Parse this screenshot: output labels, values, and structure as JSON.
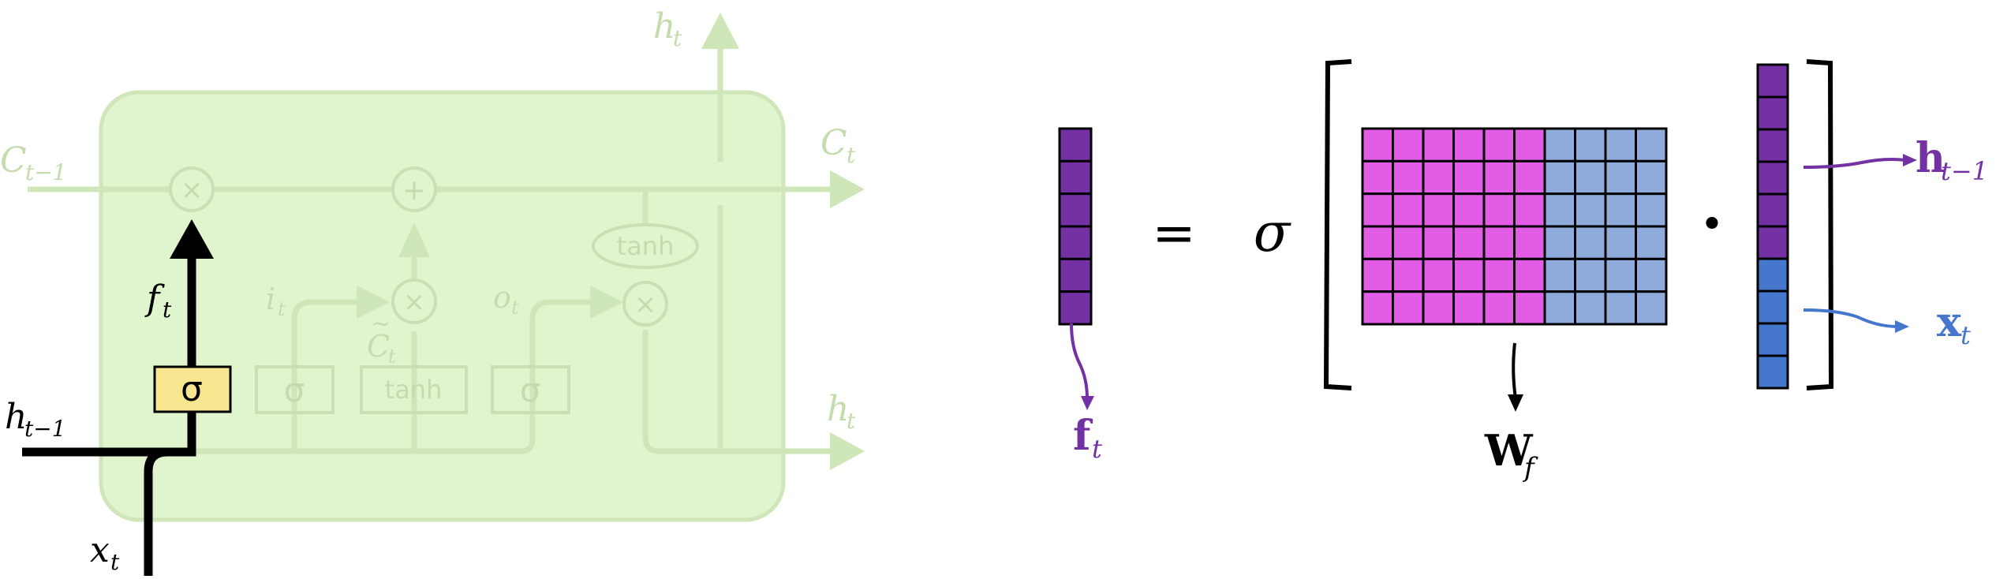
{
  "lstm": {
    "c_prev": "C",
    "c_prev_sub": "t−1",
    "c_out": "C",
    "c_out_sub": "t",
    "h_top": "h",
    "h_top_sub": "t",
    "h_right": "h",
    "h_right_sub": "t",
    "h_prev": "h",
    "h_prev_sub": "t−1",
    "x_in": "x",
    "x_in_sub": "t",
    "f_label": "f",
    "f_sub": "t",
    "i_label": "i",
    "i_sub": "t",
    "o_label": "o",
    "o_sub": "t",
    "ctilde_label": "C",
    "ctilde_sub": "t",
    "ctilde_tilde": "~",
    "times": "×",
    "plus": "+",
    "sigma": "σ",
    "tanh": "tanh"
  },
  "equation": {
    "f_label": "f",
    "f_sub": "t",
    "equals": "=",
    "sigma": "σ",
    "dot": "•",
    "w_label": "W",
    "w_sub": "f",
    "h_label": "h",
    "h_sub": "t−1",
    "x_label": "x",
    "x_sub": "t",
    "f_rows": 6,
    "concat_h_rows": 6,
    "concat_x_rows": 4,
    "w_rows": 6,
    "w_h_cols": 6,
    "w_x_cols": 4
  },
  "colors": {
    "lstm_cell": "#e0f4ce",
    "faint": "#cfe6b8",
    "sigma_gate": "#f7e68f",
    "purple": "#7331a3",
    "magenta": "#e35ce6",
    "light_blue": "#8fabdc",
    "blue": "#4577cd"
  }
}
